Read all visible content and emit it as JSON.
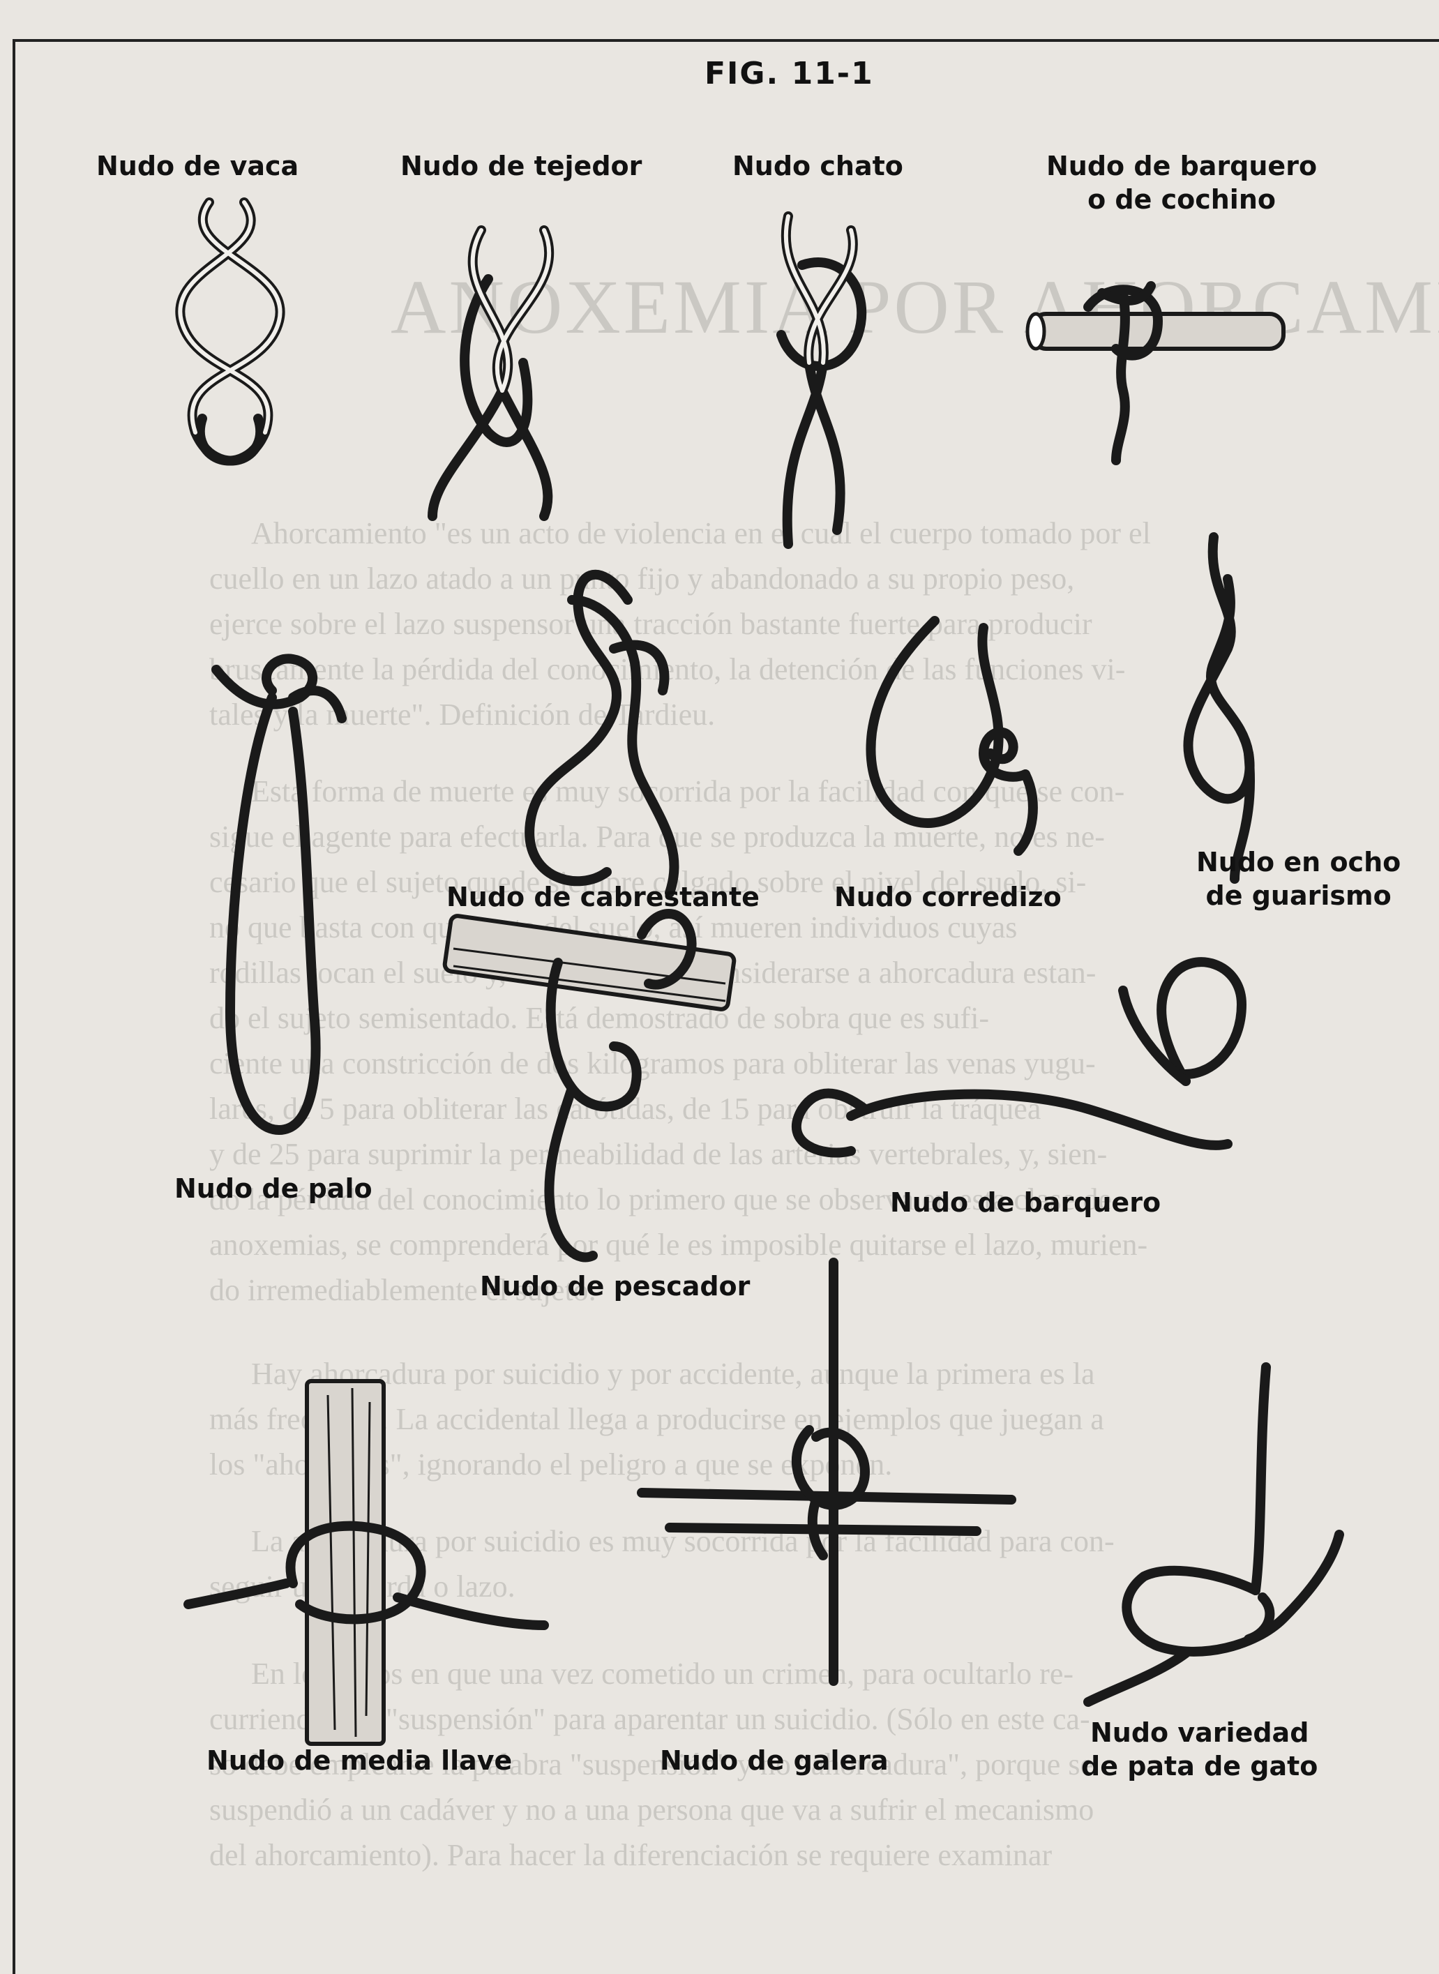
{
  "figure": {
    "title": "FIG. 11-1",
    "labels": {
      "nudo_vaca": "Nudo de vaca",
      "nudo_tejedor": "Nudo de tejedor",
      "nudo_chato": "Nudo chato",
      "nudo_barquero_cochino_1": "Nudo de barquero",
      "nudo_barquero_cochino_2": "o de cochino",
      "nudo_ocho_1": "Nudo en ocho",
      "nudo_ocho_2": "de guarismo",
      "nudo_cabrestante": "Nudo de cabrestante",
      "nudo_corredizo": "Nudo corredizo",
      "nudo_palo": "Nudo de palo",
      "nudo_barquero": "Nudo de barquero",
      "nudo_pescador": "Nudo de pescador",
      "nudo_media_llave": "Nudo de media llave",
      "nudo_galera": "Nudo de galera",
      "nudo_pata_gato_1": "Nudo variedad",
      "nudo_pata_gato_2": "de pata de gato"
    }
  },
  "bleed_text": {
    "l1": "ANOXEMIA POR AHORCAMIENTO",
    "l2": "Ahorcamiento \"es un acto de violencia en el cual el cuerpo tomado por el",
    "l3": "cuello en un lazo atado a un punto fijo y abandonado a su propio peso,",
    "l4": "ejerce sobre el lazo suspensor una tracción bastante fuerte para producir",
    "l5": "bruscamente la pérdida del conocimiento, la detención de las funciones vi-",
    "l6": "tales y la muerte\". Definición de Tardieu.",
    "l7": "Esta forma de muerte es muy socorrida por la facilidad con que se con-",
    "l8": "sigue el agente para efectuarla. Para que se produzca la muerte, no es ne-",
    "l9": "cesario que el sujeto quede siempre colgado sobre el nivel del suelo, si-",
    "l10": "no que basta con que parte del suelo, así mueren individuos cuyas",
    "l11": "rodillas tocan el suelo y, aun así, puede considerarse a ahorcadura estan-",
    "l12": "do el sujeto semisentado. Está demostrado de sobra que es sufi-",
    "l13": "ciente una constricción de dos kilogramos para obliterar las venas yugu-",
    "l14": "lares, de 5 para obliterar las carótidas, de 15 para obstruir la tráquea",
    "l15": "y de 25 para suprimir la permeabilidad de las arterias vertebrales, y, sien-",
    "l16": "do la pérdida del conocimiento lo primero que se observa en esta clase de",
    "l17": "anoxemias, se comprenderá por qué le es imposible quitarse el lazo, murien-",
    "l18": "do irremediablemente el sujeto.",
    "l19": "Hay ahorcadura por suicidio y por accidente, aunque la primera es la",
    "l20": "más frecuente. La accidental llega a producirse en ejemplos que juegan a",
    "l21": "los \"ahorcados\", ignorando el peligro a que se exponen.",
    "l22": "La ahorcadura por suicidio es muy socorrida por la facilidad para con-",
    "l23": "seguir una cuerda o lazo.",
    "l24": "En los casos en que una vez cometido un crimen, para ocultarlo re-",
    "l25": "curriendo a la \"suspensión\" para aparentar un suicidio. (Sólo en este ca-",
    "l26": "so debe emplearse la palabra \"suspensión\" y no \"ahorcadura\", porque se",
    "l27": "suspendió a un cadáver y no a una persona que va a sufrir el mecanismo",
    "l28": "del ahorcamiento). Para hacer la diferenciación se requiere examinar"
  }
}
